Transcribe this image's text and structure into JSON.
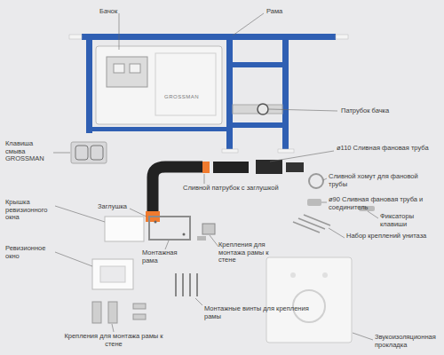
{
  "diagram": {
    "labels": [
      "Бачок",
      "Рама",
      "Патрубок бачка",
      "Клавиша смыва GROSSMAN",
      "ø110 Сливная фановая труба",
      "Сливной хомут для фановой трубы",
      "ø90 Сливная фановая труба и соединитель",
      "Сливной патрубок с заглушкой",
      "Фиксаторы клавиши",
      "Крышка ревизионного окна",
      "Заглушка",
      "Набор креплений унитаза",
      "Ревизионное окно",
      "Монтажная рама",
      "Крепления для монтажа рамы к стене",
      "Монтажные винты для крепления рамы",
      "Крепления для монтажа рамы к стене",
      "Звукоизоляционная прокладка",
      "GROSSMAN"
    ]
  }
}
